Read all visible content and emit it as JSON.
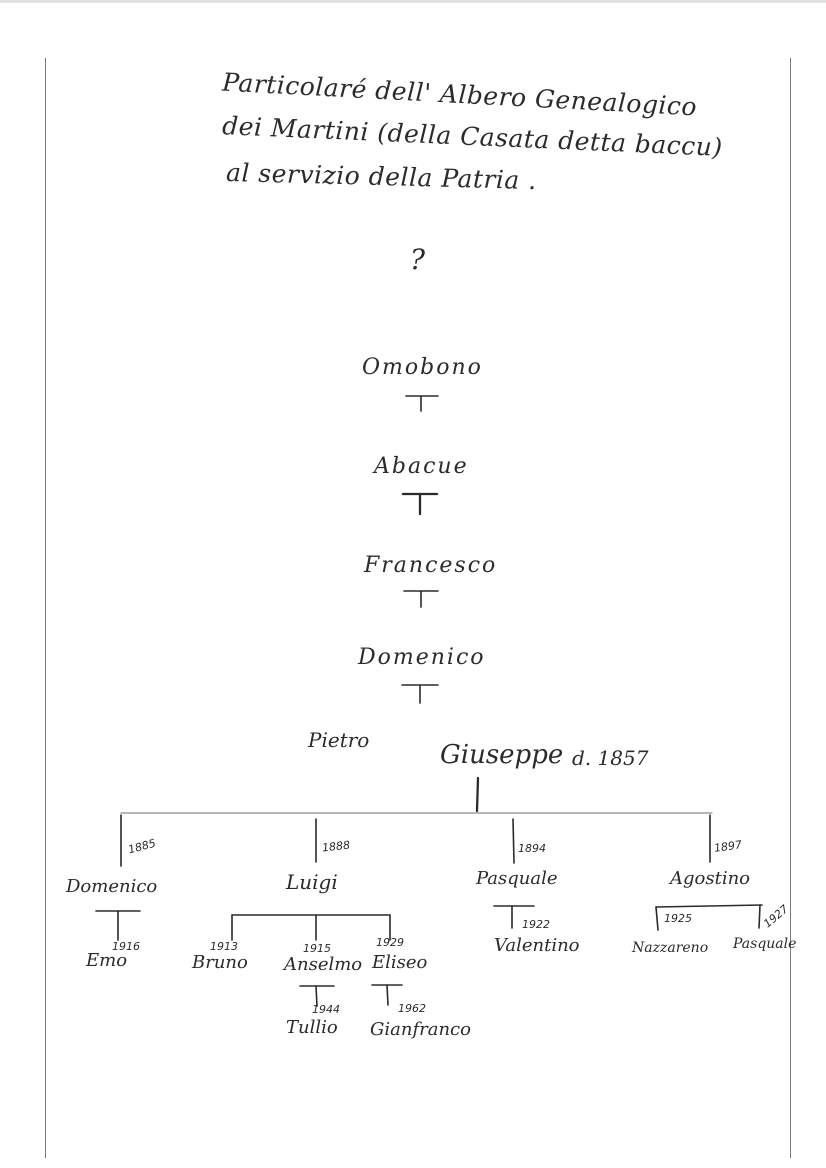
{
  "title": {
    "line1": "Particolaré dell' Albero Genealogico",
    "line2": "dei Martini (della Casata detta baccu)",
    "line3": "al servizio della Patria ."
  },
  "unknown_origin": "?",
  "ancestors": [
    "Omobono",
    "Abacue",
    "Francesco",
    "Domenico"
  ],
  "generation": {
    "sibling": "Pietro",
    "head": "Giuseppe",
    "head_date": "d. 1857"
  },
  "children": [
    {
      "name": "Domenico",
      "year": "1885"
    },
    {
      "name": "Luigi",
      "year": "1888"
    },
    {
      "name": "Pasquale",
      "year": "1894"
    },
    {
      "name": "Agostino",
      "year": "1897"
    }
  ],
  "grandchildren": {
    "domenico": [
      {
        "name": "Emo",
        "year": "1916"
      }
    ],
    "luigi": [
      {
        "name": "Bruno",
        "year": "1913"
      },
      {
        "name": "Anselmo",
        "year": "1915"
      },
      {
        "name": "Eliseo",
        "year": "1929"
      }
    ],
    "pasquale": [
      {
        "name": "Valentino",
        "year": "1922"
      }
    ],
    "agostino": [
      {
        "name": "Nazzareno",
        "year": "1925"
      },
      {
        "name": "Pasquale",
        "year": "1927"
      }
    ]
  },
  "great_grandchildren": {
    "anselmo": [
      {
        "name": "Tullio",
        "year": "1944"
      }
    ],
    "eliseo": [
      {
        "name": "Gianfranco",
        "year": "1962"
      }
    ]
  }
}
